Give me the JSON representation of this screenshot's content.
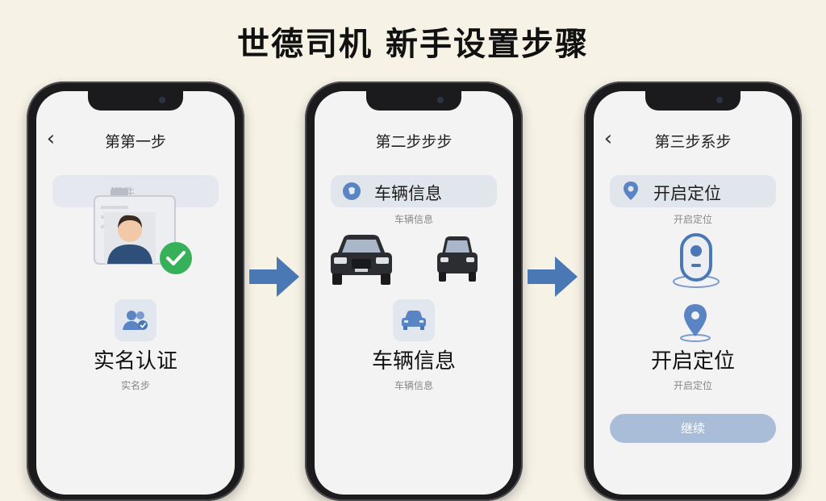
{
  "page_title": "世德司机 新手设置步骤",
  "steps": [
    {
      "nav_title": "第第一步",
      "back_glyph": "‹",
      "pill_label": "证件",
      "big_label": "实名认证",
      "sub_label": "实名步"
    },
    {
      "nav_title": "第二步步步",
      "pill_label": "车辆信息",
      "pill_sub_label": "车辆信息",
      "big_label": "车辆信息",
      "sub_label": "车辆信息"
    },
    {
      "nav_title": "第三步系步",
      "back_glyph": "‹",
      "pill_label": "开启定位",
      "pill_sub_label": "开启定位",
      "big_label": "开启定位",
      "sub_label": "开启定位",
      "button_label": "继续"
    }
  ],
  "colors": {
    "background": "#f7f2e6",
    "arrow": "#4a78b5",
    "accent_blue": "#5b84c4",
    "check_green": "#36b15a",
    "button": "#a9bdd9"
  },
  "icons": {
    "step1": [
      "chevron-left-icon",
      "id-card-icon",
      "check-icon",
      "user-verify-icon"
    ],
    "step2": [
      "chat-bubble-icon",
      "car-front-icon",
      "car-icon"
    ],
    "step3": [
      "chevron-left-icon",
      "location-pin-icon",
      "gps-device-icon"
    ]
  }
}
